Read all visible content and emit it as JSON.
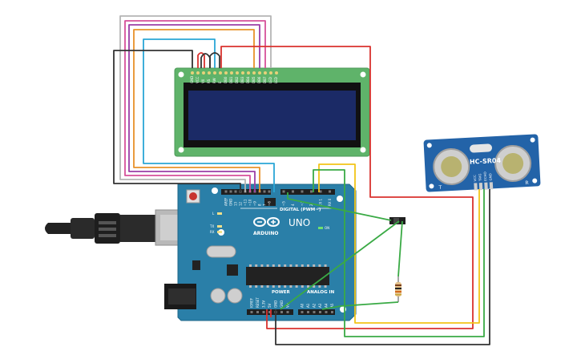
{
  "colors": {
    "board": "#2a7fa8",
    "lcd_pcb": "#5fb36a",
    "lcd_screen": "#1b2a66",
    "sensor": "#2363a8",
    "wire_red": "#d9322e",
    "wire_black": "#333333",
    "wire_yellow": "#f2c418",
    "wire_green": "#3aaa45",
    "wire_blue": "#2aa6d6",
    "wire_purple": "#9b3ea6",
    "wire_orange": "#e8922a",
    "wire_gray": "#b5b5b5",
    "wire_pink": "#d6519a"
  },
  "arduino": {
    "model_label": "UNO",
    "brand_label": "ARDUINO",
    "digital_label": "DIGITAL (PWM~)",
    "power_label": "POWER",
    "analog_label": "ANALOG IN",
    "led_l": "L",
    "led_tx": "TX",
    "led_rx": "RX",
    "led_on": "ON",
    "digital_pins": [
      "AREF",
      "GND",
      "13",
      "12",
      "~11",
      "~10",
      "~9",
      "8",
      "7",
      "~6",
      "~5",
      "4",
      "~3",
      "2",
      "TX 1",
      "RX 0"
    ],
    "power_pins": [
      "IOREF",
      "RESET",
      "3.3V",
      "5V",
      "GND",
      "GND",
      "Vin"
    ],
    "analog_pins": [
      "A0",
      "A1",
      "A2",
      "A3",
      "A4",
      "A5"
    ]
  },
  "lcd": {
    "pins": [
      "GND",
      "VCC",
      "V0",
      "RS",
      "RW",
      "E",
      "DB0",
      "DB1",
      "DB2",
      "DB3",
      "DB4",
      "DB5",
      "DB6",
      "DB7",
      "LED",
      "LED"
    ]
  },
  "sensor": {
    "title": "HC-SR04",
    "pin_labels": [
      "VCC",
      "TRIG",
      "ECHO",
      "GND"
    ],
    "left_mark": "T",
    "right_mark": "R"
  },
  "icons": {
    "usb": "usb-cable-icon",
    "dc": "dc-jack-icon",
    "reset": "reset-button-icon"
  }
}
